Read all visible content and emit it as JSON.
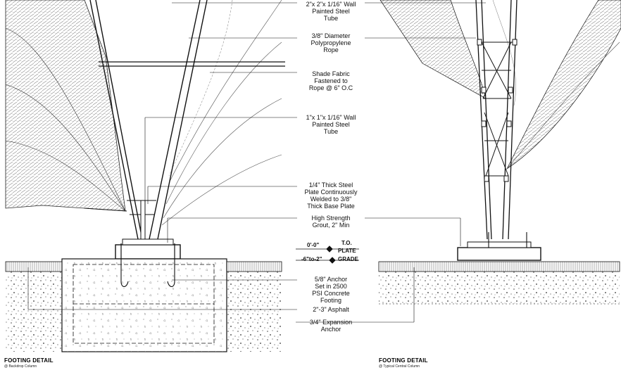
{
  "callouts": {
    "tube_large": [
      "2\"x 2\"x 1/16\" Wall",
      "Painted Steel",
      "Tube"
    ],
    "rope": [
      "3/8\" Diameter",
      "Polypropylene",
      "Rope"
    ],
    "shade_fabric": [
      "Shade Fabric",
      "Fastened to",
      "Rope @ 6\" O.C"
    ],
    "tube_small": [
      "1\"x 1\"x 1/16\" Wall",
      "Painted Steel",
      "Tube"
    ],
    "plate": [
      "1/4\" Thick Steel",
      "Plate Continuously",
      "Welded to 3/8\"",
      "Thick Base Plate"
    ],
    "grout": [
      "High Strength",
      "Grout, 2\" Min"
    ],
    "anchor": [
      "5/8\" Anchor",
      "Set in 2500",
      "PSI Concrete",
      "Footing"
    ],
    "asphalt": [
      "2\"-3\" Asphalt"
    ],
    "expansion": [
      "3/4\" Expansion",
      "Anchor"
    ]
  },
  "elevations": {
    "top_plate_value": "0'-0\"",
    "top_plate_label_1": "T.O.",
    "top_plate_label_2": "PLATE",
    "grade_value": "-6\"to-2\"",
    "grade_label": "GRADE"
  },
  "titles": {
    "left": {
      "title": "FOOTING DETAIL",
      "subtitle": "@ Backdrop Column"
    },
    "right": {
      "title": "FOOTING DETAIL",
      "subtitle": "@ Typical Central Column"
    }
  }
}
